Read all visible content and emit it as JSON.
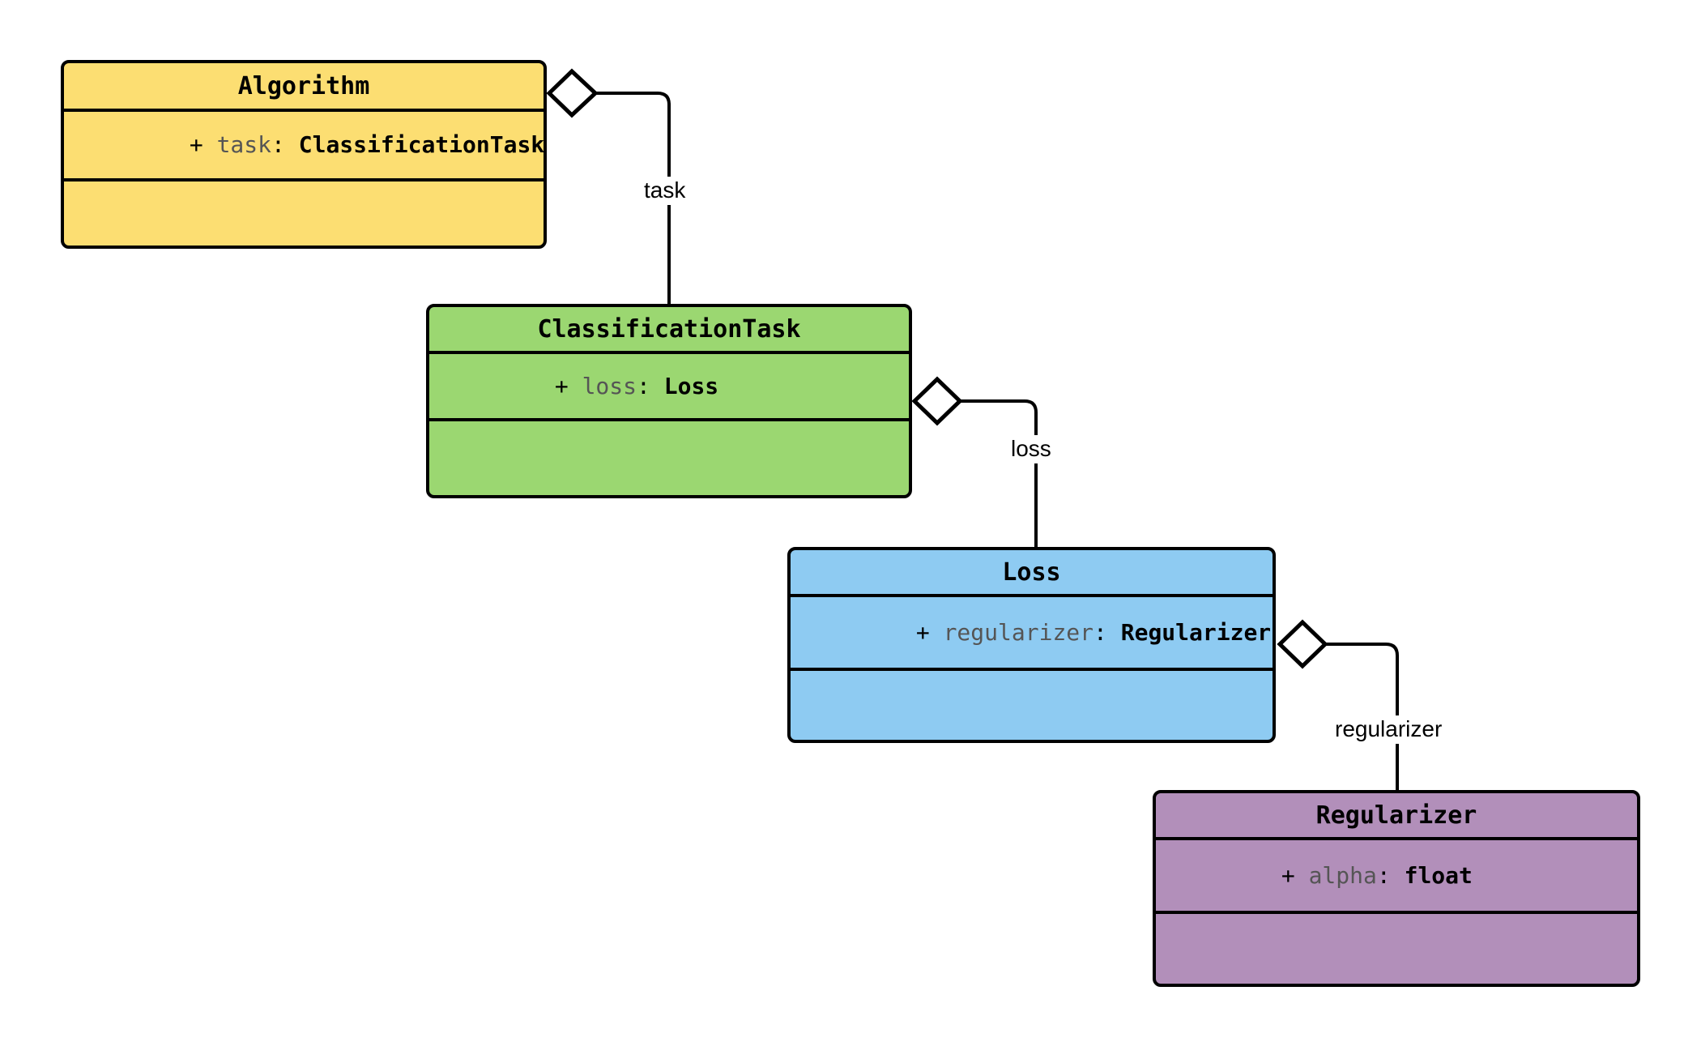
{
  "diagram": {
    "type": "uml-class-diagram",
    "background": "#ffffff",
    "stroke_color": "#000000",
    "classes": [
      {
        "id": "algorithm",
        "name": "Algorithm",
        "fill": "#FCDE72",
        "attributes": [
          {
            "visibility": "+",
            "name": "task",
            "separator": ":",
            "type": "ClassificationTask"
          }
        ],
        "methods": []
      },
      {
        "id": "classificationtask",
        "name": "ClassificationTask",
        "fill": "#9BD771",
        "attributes": [
          {
            "visibility": "+",
            "name": "loss",
            "separator": ":",
            "type": "Loss"
          }
        ],
        "methods": []
      },
      {
        "id": "loss",
        "name": "Loss",
        "fill": "#8ECBF2",
        "attributes": [
          {
            "visibility": "+",
            "name": "regularizer",
            "separator": ":",
            "type": "Regularizer"
          }
        ],
        "methods": []
      },
      {
        "id": "regularizer",
        "name": "Regularizer",
        "fill": "#B28FBA",
        "attributes": [
          {
            "visibility": "+",
            "name": "alpha",
            "separator": ":",
            "type": "float"
          }
        ],
        "methods": []
      }
    ],
    "relationships": [
      {
        "id": "algorithm-task",
        "kind": "aggregation",
        "source": "Algorithm",
        "target": "ClassificationTask",
        "label": "task",
        "marker": "hollow-diamond"
      },
      {
        "id": "classificationtask-loss",
        "kind": "aggregation",
        "source": "ClassificationTask",
        "target": "Loss",
        "label": "loss",
        "marker": "hollow-diamond"
      },
      {
        "id": "loss-regularizer",
        "kind": "aggregation",
        "source": "Loss",
        "target": "Regularizer",
        "label": "regularizer",
        "marker": "hollow-diamond"
      }
    ]
  }
}
